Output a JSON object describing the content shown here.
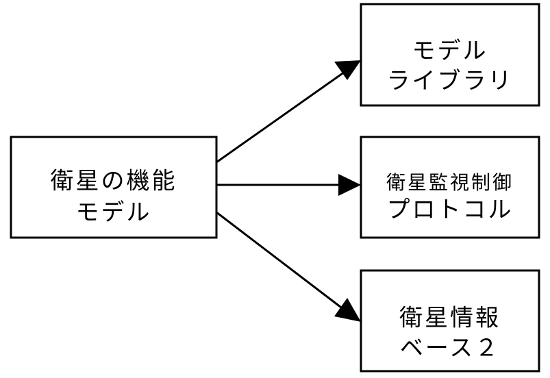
{
  "diagram": {
    "source": {
      "line1": "衛星の機能",
      "line2": "モデル"
    },
    "targets": [
      {
        "line1": "モデル",
        "line2": "ライブラリ"
      },
      {
        "line1": "衛星監視制御",
        "line2": "プロトコル"
      },
      {
        "line1": "衛星情報",
        "line2": "ベース２"
      }
    ]
  },
  "colors": {
    "stroke": "#000000",
    "background": "#ffffff"
  }
}
